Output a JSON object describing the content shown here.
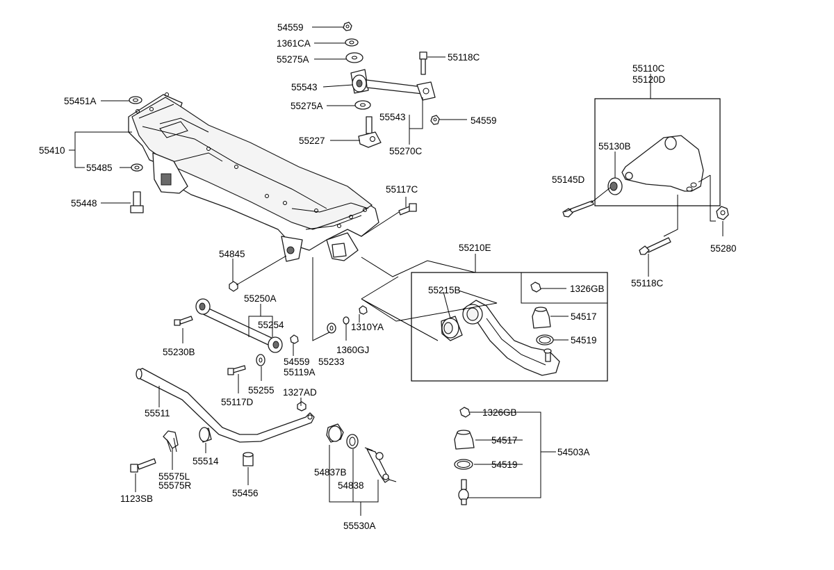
{
  "labels": {
    "p54559_top": "54559",
    "p1361CA": "1361CA",
    "p55275A_top": "55275A",
    "p55118C_top": "55118C",
    "p55543_left": "55543",
    "p55275A_mid": "55275A",
    "p55543_right": "55543",
    "p54559_mid": "54559",
    "p55227": "55227",
    "p55270C": "55270C",
    "p55451A": "55451A",
    "p55410": "55410",
    "p55485": "55485",
    "p55448": "55448",
    "p55117C": "55117C",
    "p55110C": "55110C",
    "p55120D": "55120D",
    "p55130B": "55130B",
    "p55145D": "55145D",
    "p55280": "55280",
    "p55118C_right": "55118C",
    "p55210E": "55210E",
    "p54845": "54845",
    "p55215B": "55215B",
    "p1326GB_upper": "1326GB",
    "p54517_upper": "54517",
    "p54519_upper": "54519",
    "p55250A": "55250A",
    "p55254": "55254",
    "p1310YA": "1310YA",
    "p1360GJ": "1360GJ",
    "p55233": "55233",
    "p55230B": "55230B",
    "p54559_low": "54559",
    "p55119A": "55119A",
    "p55255": "55255",
    "p55117D": "55117D",
    "p1327AD": "1327AD",
    "p55511": "55511",
    "p55514": "55514",
    "p55575L": "55575L",
    "p55575R": "55575R",
    "p1123SB": "1123SB",
    "p55456": "55456",
    "p54837B": "54837B",
    "p54838": "54838",
    "p55530A": "55530A",
    "p1326GB_lower": "1326GB",
    "p54517_lower": "54517",
    "p54519_lower": "54519",
    "p54503A": "54503A"
  }
}
